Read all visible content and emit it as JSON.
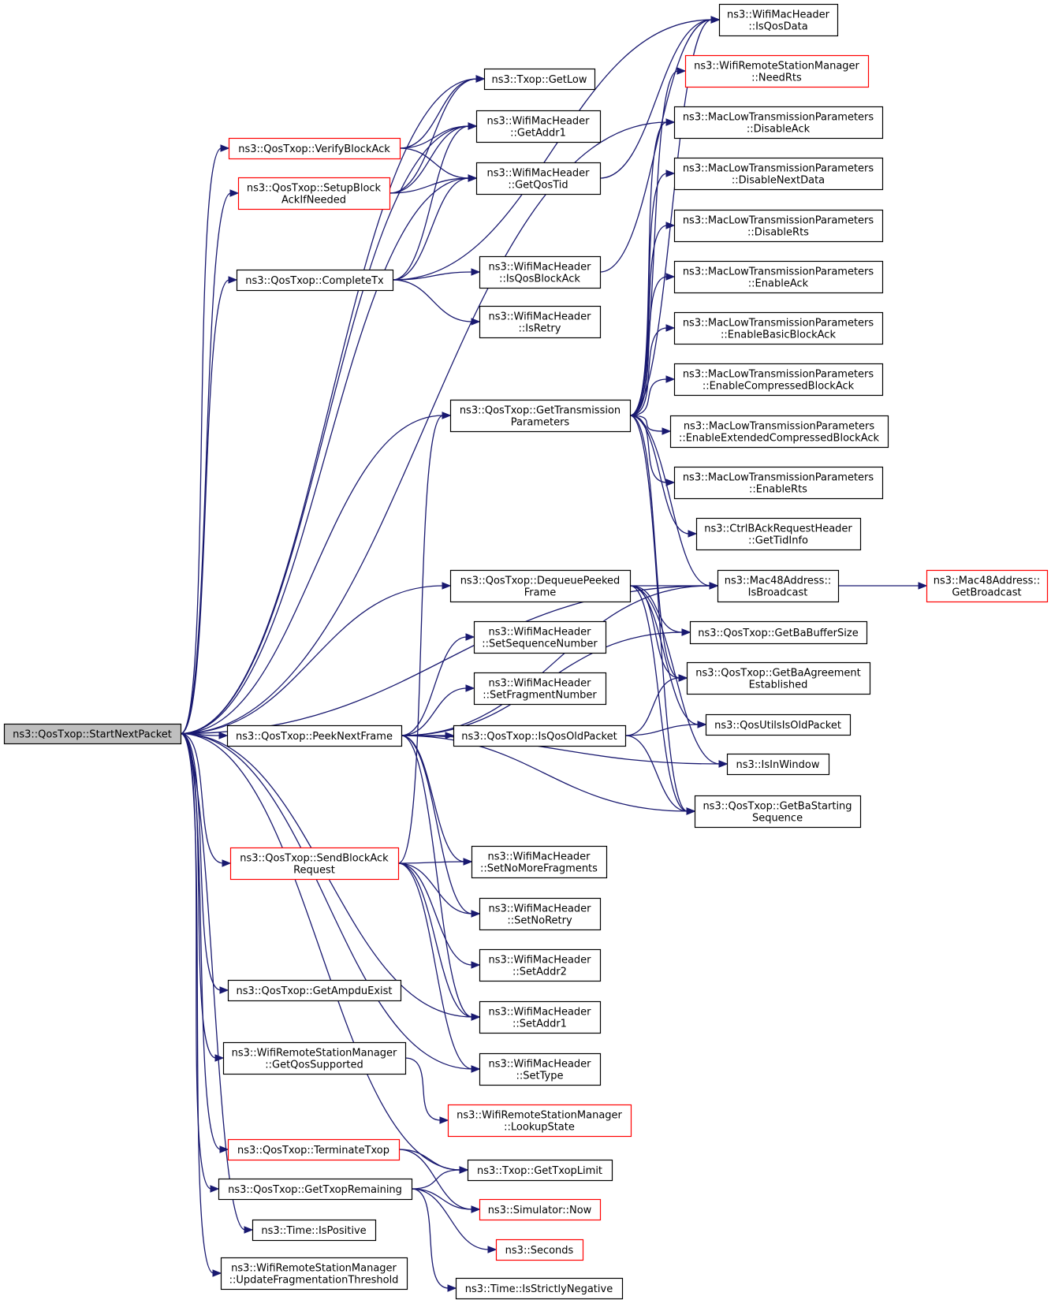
{
  "colors": {
    "edge": "#191970",
    "border_default": "#000000",
    "border_red": "#ff0000",
    "fill_default": "#ffffff",
    "fill_root": "#bfbfbf"
  },
  "nodes": [
    {
      "id": "start",
      "lines": [
        "ns3::QosTxop::StartNextPacket"
      ],
      "style": "root"
    },
    {
      "id": "getlow",
      "lines": [
        "ns3::Txop::GetLow"
      ],
      "style": "black"
    },
    {
      "id": "getaddr1",
      "lines": [
        "ns3::WifiMacHeader",
        "::GetAddr1"
      ],
      "style": "black"
    },
    {
      "id": "verifyba",
      "lines": [
        "ns3::QosTxop::VerifyBlockAck"
      ],
      "style": "red"
    },
    {
      "id": "getqostid",
      "lines": [
        "ns3::WifiMacHeader",
        "::GetQosTid"
      ],
      "style": "black"
    },
    {
      "id": "setupba",
      "lines": [
        "ns3::QosTxop::SetupBlock",
        "AckIfNeeded"
      ],
      "style": "red"
    },
    {
      "id": "completetx",
      "lines": [
        "ns3::QosTxop::CompleteTx"
      ],
      "style": "black"
    },
    {
      "id": "isqosblockack",
      "lines": [
        "ns3::WifiMacHeader",
        "::IsQosBlockAck"
      ],
      "style": "black"
    },
    {
      "id": "isretry",
      "lines": [
        "ns3::WifiMacHeader",
        "::IsRetry"
      ],
      "style": "black"
    },
    {
      "id": "isqosdata",
      "lines": [
        "ns3::WifiMacHeader",
        "::IsQosData"
      ],
      "style": "black"
    },
    {
      "id": "needrts",
      "lines": [
        "ns3::WifiRemoteStationManager",
        "::NeedRts"
      ],
      "style": "red"
    },
    {
      "id": "disableack",
      "lines": [
        "ns3::MacLowTransmissionParameters",
        "::DisableAck"
      ],
      "style": "black"
    },
    {
      "id": "disablenextdata",
      "lines": [
        "ns3::MacLowTransmissionParameters",
        "::DisableNextData"
      ],
      "style": "black"
    },
    {
      "id": "disablerts",
      "lines": [
        "ns3::MacLowTransmissionParameters",
        "::DisableRts"
      ],
      "style": "black"
    },
    {
      "id": "enableack",
      "lines": [
        "ns3::MacLowTransmissionParameters",
        "::EnableAck"
      ],
      "style": "black"
    },
    {
      "id": "enablebasicba",
      "lines": [
        "ns3::MacLowTransmissionParameters",
        "::EnableBasicBlockAck"
      ],
      "style": "black"
    },
    {
      "id": "enablecompba",
      "lines": [
        "ns3::MacLowTransmissionParameters",
        "::EnableCompressedBlockAck"
      ],
      "style": "black"
    },
    {
      "id": "gettxparams",
      "lines": [
        "ns3::QosTxop::GetTransmission",
        "Parameters"
      ],
      "style": "black"
    },
    {
      "id": "enableextba",
      "lines": [
        "ns3::MacLowTransmissionParameters",
        "::EnableExtendedCompressedBlockAck"
      ],
      "style": "black"
    },
    {
      "id": "enablerts",
      "lines": [
        "ns3::MacLowTransmissionParameters",
        "::EnableRts"
      ],
      "style": "black"
    },
    {
      "id": "gettidinfo",
      "lines": [
        "ns3::CtrlBAckRequestHeader",
        "::GetTidInfo"
      ],
      "style": "black"
    },
    {
      "id": "dequeuepeeked",
      "lines": [
        "ns3::QosTxop::DequeuePeeked",
        "Frame"
      ],
      "style": "black"
    },
    {
      "id": "isbroadcast",
      "lines": [
        "ns3::Mac48Address::",
        "IsBroadcast"
      ],
      "style": "black"
    },
    {
      "id": "getbroadcast",
      "lines": [
        "ns3::Mac48Address::",
        "GetBroadcast"
      ],
      "style": "red"
    },
    {
      "id": "setseqnum",
      "lines": [
        "ns3::WifiMacHeader",
        "::SetSequenceNumber"
      ],
      "style": "black"
    },
    {
      "id": "getbabuffersize",
      "lines": [
        "ns3::QosTxop::GetBaBufferSize"
      ],
      "style": "black"
    },
    {
      "id": "setfragnum",
      "lines": [
        "ns3::WifiMacHeader",
        "::SetFragmentNumber"
      ],
      "style": "black"
    },
    {
      "id": "getbaagreement",
      "lines": [
        "ns3::QosTxop::GetBaAgreement",
        "Established"
      ],
      "style": "black"
    },
    {
      "id": "peeknextframe",
      "lines": [
        "ns3::QosTxop::PeekNextFrame"
      ],
      "style": "black"
    },
    {
      "id": "isqosoldpacket",
      "lines": [
        "ns3::QosTxop::IsQosOldPacket"
      ],
      "style": "black"
    },
    {
      "id": "qosutilsisold",
      "lines": [
        "ns3::QosUtilsIsOldPacket"
      ],
      "style": "black"
    },
    {
      "id": "isinwindow",
      "lines": [
        "ns3::IsInWindow"
      ],
      "style": "black"
    },
    {
      "id": "getbastarting",
      "lines": [
        "ns3::QosTxop::GetBaStarting",
        "Sequence"
      ],
      "style": "black"
    },
    {
      "id": "sendbar",
      "lines": [
        "ns3::QosTxop::SendBlockAck",
        "Request"
      ],
      "style": "red"
    },
    {
      "id": "setnomorefrag",
      "lines": [
        "ns3::WifiMacHeader",
        "::SetNoMoreFragments"
      ],
      "style": "black"
    },
    {
      "id": "setnoretry",
      "lines": [
        "ns3::WifiMacHeader",
        "::SetNoRetry"
      ],
      "style": "black"
    },
    {
      "id": "setaddr2",
      "lines": [
        "ns3::WifiMacHeader",
        "::SetAddr2"
      ],
      "style": "black"
    },
    {
      "id": "getampduexist",
      "lines": [
        "ns3::QosTxop::GetAmpduExist"
      ],
      "style": "black"
    },
    {
      "id": "setaddr1",
      "lines": [
        "ns3::WifiMacHeader",
        "::SetAddr1"
      ],
      "style": "black"
    },
    {
      "id": "getqossupported",
      "lines": [
        "ns3::WifiRemoteStationManager",
        "::GetQosSupported"
      ],
      "style": "black"
    },
    {
      "id": "settype",
      "lines": [
        "ns3::WifiMacHeader",
        "::SetType"
      ],
      "style": "black"
    },
    {
      "id": "lookupstate",
      "lines": [
        "ns3::WifiRemoteStationManager",
        "::LookupState"
      ],
      "style": "red"
    },
    {
      "id": "terminatetxop",
      "lines": [
        "ns3::QosTxop::TerminateTxop"
      ],
      "style": "red"
    },
    {
      "id": "gettxoplimit",
      "lines": [
        "ns3::Txop::GetTxopLimit"
      ],
      "style": "black"
    },
    {
      "id": "gettxopremaining",
      "lines": [
        "ns3::QosTxop::GetTxopRemaining"
      ],
      "style": "black"
    },
    {
      "id": "simnow",
      "lines": [
        "ns3::Simulator::Now"
      ],
      "style": "red"
    },
    {
      "id": "ispositive",
      "lines": [
        "ns3::Time::IsPositive"
      ],
      "style": "black"
    },
    {
      "id": "seconds",
      "lines": [
        "ns3::Seconds"
      ],
      "style": "red"
    },
    {
      "id": "updatefrag",
      "lines": [
        "ns3::WifiRemoteStationManager",
        "::UpdateFragmentationThreshold"
      ],
      "style": "black"
    },
    {
      "id": "isstrictlyneg",
      "lines": [
        "ns3::Time::IsStrictlyNegative"
      ],
      "style": "black"
    }
  ],
  "edges": [
    [
      "start",
      "getlow"
    ],
    [
      "start",
      "getaddr1"
    ],
    [
      "start",
      "verifyba"
    ],
    [
      "start",
      "getqostid"
    ],
    [
      "start",
      "setupba"
    ],
    [
      "start",
      "completetx"
    ],
    [
      "start",
      "gettxparams"
    ],
    [
      "start",
      "disableack"
    ],
    [
      "start",
      "dequeuepeeked"
    ],
    [
      "start",
      "isbroadcast"
    ],
    [
      "start",
      "peeknextframe"
    ],
    [
      "start",
      "sendbar"
    ],
    [
      "start",
      "getampduexist"
    ],
    [
      "start",
      "getqossupported"
    ],
    [
      "start",
      "terminatetxop"
    ],
    [
      "start",
      "gettxopremaining"
    ],
    [
      "start",
      "gettxoplimit"
    ],
    [
      "start",
      "ispositive"
    ],
    [
      "start",
      "updatefrag"
    ],
    [
      "start",
      "setaddr1"
    ],
    [
      "start",
      "settype"
    ],
    [
      "verifyba",
      "getlow"
    ],
    [
      "verifyba",
      "getaddr1"
    ],
    [
      "verifyba",
      "getqostid"
    ],
    [
      "setupba",
      "getlow"
    ],
    [
      "setupba",
      "getaddr1"
    ],
    [
      "setupba",
      "getqostid"
    ],
    [
      "completetx",
      "getaddr1"
    ],
    [
      "completetx",
      "getqostid"
    ],
    [
      "completetx",
      "isqosblockack"
    ],
    [
      "completetx",
      "isretry"
    ],
    [
      "completetx",
      "isqosdata"
    ],
    [
      "getqostid",
      "isqosdata"
    ],
    [
      "isqosblockack",
      "isqosdata"
    ],
    [
      "gettxparams",
      "isqosdata"
    ],
    [
      "gettxparams",
      "needrts"
    ],
    [
      "gettxparams",
      "disableack"
    ],
    [
      "gettxparams",
      "disablenextdata"
    ],
    [
      "gettxparams",
      "disablerts"
    ],
    [
      "gettxparams",
      "enableack"
    ],
    [
      "gettxparams",
      "enablebasicba"
    ],
    [
      "gettxparams",
      "enablecompba"
    ],
    [
      "gettxparams",
      "enableextba"
    ],
    [
      "gettxparams",
      "enablerts"
    ],
    [
      "gettxparams",
      "gettidinfo"
    ],
    [
      "gettxparams",
      "isbroadcast"
    ],
    [
      "gettxparams",
      "getbaagreement"
    ],
    [
      "gettxparams",
      "getbastarting"
    ],
    [
      "dequeuepeeked",
      "isbroadcast"
    ],
    [
      "dequeuepeeked",
      "getbabuffersize"
    ],
    [
      "dequeuepeeked",
      "getbaagreement"
    ],
    [
      "dequeuepeeked",
      "qosutilsisold"
    ],
    [
      "dequeuepeeked",
      "isinwindow"
    ],
    [
      "dequeuepeeked",
      "getbastarting"
    ],
    [
      "isbroadcast",
      "getbroadcast"
    ],
    [
      "peeknextframe",
      "isbroadcast"
    ],
    [
      "peeknextframe",
      "getbabuffersize"
    ],
    [
      "peeknextframe",
      "setseqnum"
    ],
    [
      "peeknextframe",
      "setfragnum"
    ],
    [
      "peeknextframe",
      "isqosoldpacket"
    ],
    [
      "peeknextframe",
      "isinwindow"
    ],
    [
      "peeknextframe",
      "getbastarting"
    ],
    [
      "peeknextframe",
      "setnomorefrag"
    ],
    [
      "peeknextframe",
      "setnoretry"
    ],
    [
      "peeknextframe",
      "setaddr1"
    ],
    [
      "isqosoldpacket",
      "qosutilsisold"
    ],
    [
      "isqosoldpacket",
      "getbaagreement"
    ],
    [
      "isqosoldpacket",
      "getbastarting"
    ],
    [
      "sendbar",
      "gettxparams"
    ],
    [
      "sendbar",
      "setnomorefrag"
    ],
    [
      "sendbar",
      "setnoretry"
    ],
    [
      "sendbar",
      "setaddr2"
    ],
    [
      "sendbar",
      "setaddr1"
    ],
    [
      "sendbar",
      "settype"
    ],
    [
      "getqossupported",
      "lookupstate"
    ],
    [
      "terminatetxop",
      "gettxoplimit"
    ],
    [
      "terminatetxop",
      "simnow"
    ],
    [
      "gettxopremaining",
      "gettxoplimit"
    ],
    [
      "gettxopremaining",
      "simnow"
    ],
    [
      "gettxopremaining",
      "seconds"
    ],
    [
      "gettxopremaining",
      "isstrictlyneg"
    ]
  ]
}
